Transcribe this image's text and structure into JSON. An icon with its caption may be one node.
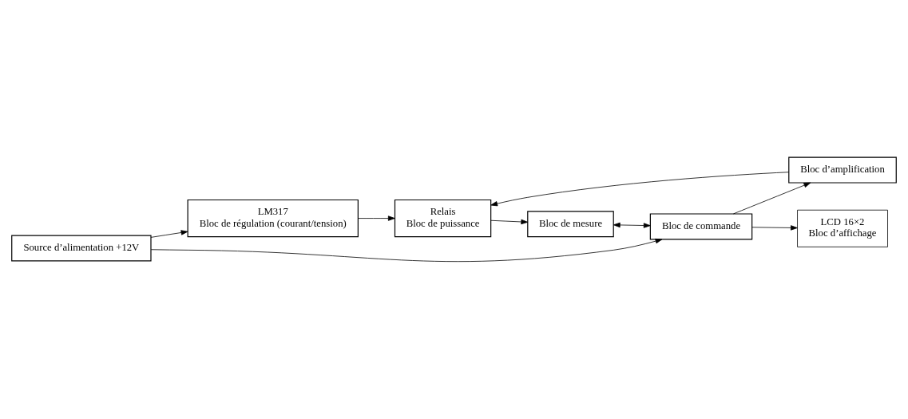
{
  "diagram": {
    "nodes": [
      {
        "text": [
          "Source d’alimentation +12V"
        ]
      },
      {
        "text": [
          "LM317",
          "Bloc de régulation (courant/tension)"
        ]
      },
      {
        "text": [
          "Relais",
          "Bloc de puissance"
        ]
      },
      {
        "text": [
          "Bloc de mesure"
        ]
      },
      {
        "text": [
          "Bloc d’amplification"
        ]
      },
      {
        "text": [
          "Bloc de commande"
        ]
      },
      {
        "text": [
          "LCD 16×2",
          "Bloc d’affichage"
        ]
      }
    ],
    "edges": [
      {
        "from": 0,
        "to": 1,
        "arrow": "to"
      },
      {
        "from": 1,
        "to": 2,
        "arrow": "to"
      },
      {
        "from": 2,
        "to": 3,
        "arrow": "to"
      },
      {
        "from": 4,
        "to": 2,
        "arrow": "to"
      },
      {
        "from": 0,
        "to": 5,
        "arrow": "to"
      },
      {
        "from": 5,
        "to": 4,
        "arrow": "to"
      },
      {
        "from": 3,
        "to": 5,
        "arrow": "both"
      },
      {
        "from": 5,
        "to": 6,
        "arrow": "to"
      }
    ]
  }
}
